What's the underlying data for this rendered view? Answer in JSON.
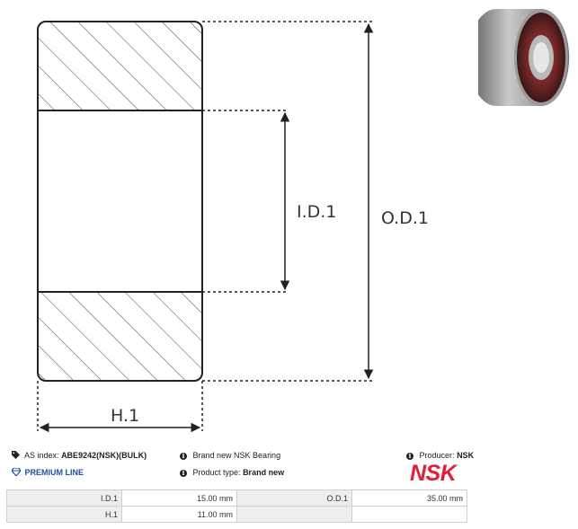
{
  "drawing": {
    "id_label": "I.D.1",
    "od_label": "O.D.1",
    "h_label": "H.1"
  },
  "info": {
    "as_index_label": "AS index:",
    "as_index_value": "ABE9242(NSK)(BULK)",
    "premium_label": "PREMIUM LINE",
    "description": "Brand new NSK Bearing",
    "product_type_label": "Product type:",
    "product_type_value": "Brand new",
    "producer_label": "Producer:",
    "producer_value": "NSK",
    "logo_text": "NSK"
  },
  "specs": [
    {
      "label1": "I.D.1",
      "value1": "15.00 mm",
      "label2": "O.D.1",
      "value2": "35.00 mm"
    },
    {
      "label1": "H.1",
      "value1": "11.00 mm",
      "label2": "",
      "value2": ""
    }
  ],
  "colors": {
    "premium": "#1e4fa3",
    "logo": "#e31e3b"
  }
}
